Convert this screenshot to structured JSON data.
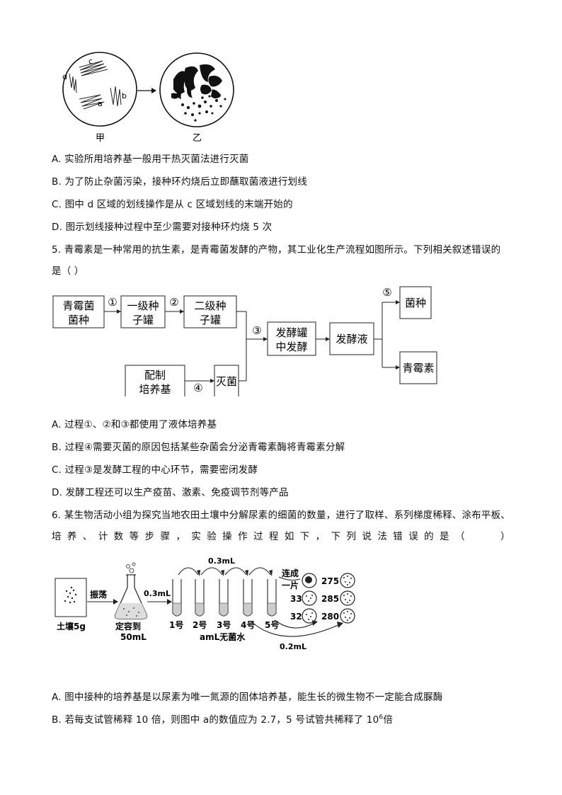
{
  "figure1": {
    "left_labels": [
      "c",
      "d",
      "a",
      "b"
    ],
    "caption_left": "甲",
    "caption_right": "乙"
  },
  "q4_options": [
    "A.  实验所用培养基一般用干热灭菌法进行灭菌",
    "B.  为了防止杂菌污染，接种环灼烧后立即蘸取菌液进行划线",
    "C.  图中 d 区域的划线操作是从 c 区域划线的末端开始的",
    "D.  图示划线接种过程中至少需要对接种环灼烧 5 次"
  ],
  "q5": {
    "stem_line1": "5. 青霉素是一种常用的抗生素，是青霉菌发酵的产物，其工业化生产流程如图所示。下列相关叙述错误的",
    "stem_line2": "是（      ）",
    "flow": {
      "box_strain": [
        "青霉菌",
        "菌种"
      ],
      "box_seed1": [
        "一级种",
        "子罐"
      ],
      "box_seed2": [
        "二级种",
        "子罐"
      ],
      "box_medium": [
        "配制",
        "培养基"
      ],
      "box_sterilize": "灭菌",
      "box_ferment": [
        "发酵罐",
        "中发酵"
      ],
      "box_broth": "发酵液",
      "box_out_strain": "菌种",
      "box_penicillin": "青霉素",
      "step1": "①",
      "step2": "②",
      "step3": "③",
      "step4": "④",
      "step5": "⑤"
    },
    "options": [
      "A.  过程①、②和③都使用了液体培养基",
      "B.  过程④需要灭菌的原因包括某些杂菌会分泌青霉素酶将青霉素分解",
      "C.  过程③是发酵工程的中心环节，需要密闭发酵",
      "D.  发酵工程还可以生产疫苗、激素、免疫调节剂等产品"
    ]
  },
  "q6": {
    "stem_line1": "6. 某生物活动小组为探究当地农田土壤中分解尿素的细菌的数量，进行了取样、系列梯度稀释、涂布平板、",
    "stem_line2_words": [
      "培",
      "养",
      "、",
      "计",
      "数",
      "等",
      "步",
      "骤",
      "，",
      "实",
      "验",
      "操",
      "作",
      "过",
      "程",
      "如",
      "下",
      "，",
      "下",
      "列",
      "说",
      "法",
      "错",
      "误",
      "的",
      "是",
      "（",
      "）"
    ],
    "figure": {
      "soil_label": "土壤5g",
      "shake_label": "振荡",
      "flask_label_1": "定容到",
      "flask_label_2": "50mL",
      "transfer_1": "0.3mL",
      "transfer_top": "0.3mL",
      "tube_labels": [
        "1号",
        "2号",
        "3号",
        "4号",
        "5号"
      ],
      "water_label": "amL无菌水",
      "transfer_bottom": "0.2mL",
      "merged_label_1": "连成",
      "merged_label_2": "一片",
      "counts_left": [
        "33",
        "32"
      ],
      "counts_right": [
        "275",
        "285",
        "280"
      ]
    },
    "optionA": "A.  图中接种的培养基是以尿素为唯一氮源的固体培养基，能生长的微生物不一定能合成脲酶",
    "optionB_pre": "B.  若每支试管稀释 10 倍，则图中 a的数值应为 2.7，5 号试管共稀释了 10",
    "optionB_sup": "6",
    "optionB_post": "倍"
  }
}
